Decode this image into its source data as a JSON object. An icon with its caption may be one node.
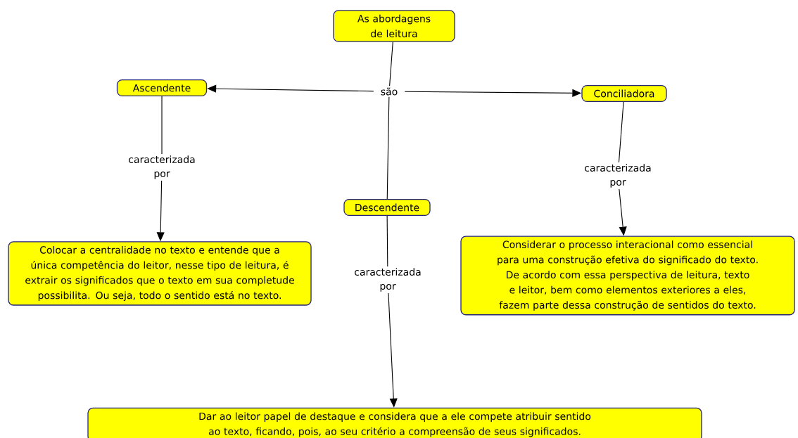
{
  "diagram": {
    "nodes": [
      {
        "text": [
          "As abordagens de leitura"
        ]
      },
      {
        "text": [
          "são"
        ]
      },
      {
        "text": [
          "Ascendente"
        ]
      },
      {
        "text": [
          "Conciliadora"
        ]
      },
      {
        "text": [
          "caracterizada por"
        ]
      },
      {
        "text": [
          "caracterizada por"
        ]
      },
      {
        "text": [
          "Descendente"
        ]
      },
      {
        "text": [
          "Colocar a centralidade no texto e entende que a única competência do leitor, nesse tipo de leitura, é extrair os significados que o texto em sua completude possibilita. Ou seja, todo o sentido está no texto."
        ]
      },
      {
        "text": [
          "Considerar o processo interacional como essencial para uma construção efetiva do significado do texto. De acordo com essa perspectiva de leitura, texto e leitor, bem como elementos exteriores a eles, fazem parte dessa construção de sentidos do texto."
        ]
      },
      {
        "text": [
          "caracterizada por"
        ]
      },
      {
        "text": [
          "Dar ao leitor papel de destaque e considera que a ele compete atribuir sentido ao texto, ficando, pois, ao seu critério a compreensão de seus significados."
        ]
      }
    ],
    "edges": [
      {
        "from": 0,
        "to": 1,
        "arrow": "none"
      },
      {
        "from": 1,
        "to": 2,
        "arrow": "to"
      },
      {
        "from": 1,
        "to": 3,
        "arrow": "to"
      },
      {
        "from": 1,
        "to": 6,
        "arrow": "none"
      },
      {
        "from": 2,
        "to": 4,
        "arrow": "none"
      },
      {
        "from": 4,
        "to": 7,
        "arrow": "to"
      },
      {
        "from": 3,
        "to": 5,
        "arrow": "none"
      },
      {
        "from": 5,
        "to": 8,
        "arrow": "to"
      },
      {
        "from": 6,
        "to": 9,
        "arrow": "none"
      },
      {
        "from": 9,
        "to": 10,
        "arrow": "to"
      }
    ]
  }
}
